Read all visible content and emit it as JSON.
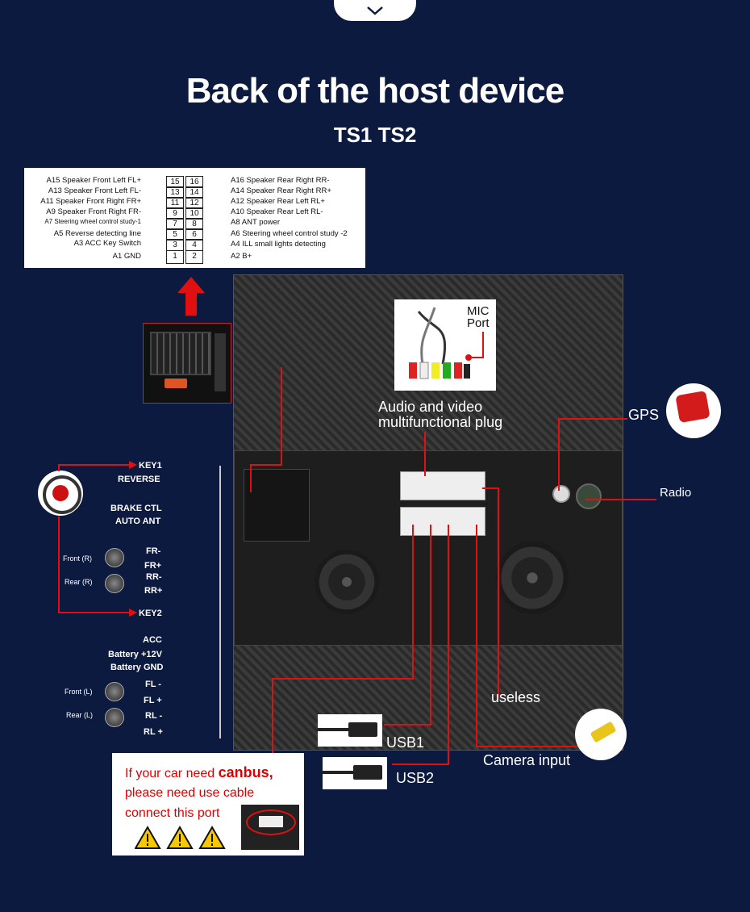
{
  "header": {
    "title": "Back of the host device",
    "subtitle": "TS1 TS2"
  },
  "pinout": {
    "left": [
      {
        "code": "A15",
        "text": "Speaker Front Left FL+"
      },
      {
        "code": "A13",
        "text": "Speaker Front Left FL-"
      },
      {
        "code": "A11",
        "text": "Speaker Front Right FR+"
      },
      {
        "code": "A9",
        "text": "Speaker Front Right FR-"
      },
      {
        "code": "A7",
        "text": "Steering wheel control study-1"
      },
      {
        "code": "A5",
        "text": "Reverse detecting line"
      },
      {
        "code": "A3",
        "text": "ACC Key Switch"
      },
      {
        "code": "A1",
        "text": "GND"
      }
    ],
    "right": [
      {
        "code": "A16",
        "text": "Speaker Rear Right RR-"
      },
      {
        "code": "A14",
        "text": "Speaker Rear Right RR+"
      },
      {
        "code": "A12",
        "text": "Speaker Rear Left RL+"
      },
      {
        "code": "A10",
        "text": "Speaker Rear Left RL-"
      },
      {
        "code": "A8",
        "text": "ANT power"
      },
      {
        "code": "A6",
        "text": "Steering wheel control study -2"
      },
      {
        "code": "A4",
        "text": "ILL small lights detecting"
      },
      {
        "code": "A2",
        "text": "B+"
      }
    ],
    "pins_left": [
      "15",
      "13",
      "11",
      "9",
      "7",
      "5",
      "3",
      "1"
    ],
    "pins_right": [
      "16",
      "14",
      "12",
      "10",
      "8",
      "6",
      "4",
      "2"
    ]
  },
  "mic": {
    "line1": "MIC",
    "line2": "Port"
  },
  "labels": {
    "av_line1": "Audio and video",
    "av_line2": "multifunctional plug",
    "gps": "GPS",
    "radio": "Radio",
    "useless": "useless",
    "usb1": "USB1",
    "usb2": "USB2",
    "camera": "Camera input"
  },
  "wires": {
    "key1": "KEY1",
    "reverse": "REVERSE",
    "brake": "BRAKE CTL",
    "auto_ant": "AUTO ANT",
    "fr_minus": "FR-",
    "fr_plus": "FR+",
    "rr_minus": "RR-",
    "rr_plus": "RR+",
    "key2": "KEY2",
    "acc": "ACC",
    "battery12": "Battery +12V",
    "battery_gnd": "Battery GND",
    "fl_minus": "FL -",
    "fl_plus": "FL +",
    "rl_minus": "RL -",
    "rl_plus": "RL +"
  },
  "speakers": {
    "front_r": "Front (R)",
    "rear_r": "Rear (R)",
    "front_l": "Front (L)",
    "rear_l": "Rear (L)"
  },
  "canbus": {
    "line1a": "If your car need ",
    "line1b": "canbus,",
    "line2": "please need use cable",
    "line3": "connect this port"
  },
  "colors": {
    "accent_red": "#d11111",
    "background": "#0c1a3f"
  }
}
